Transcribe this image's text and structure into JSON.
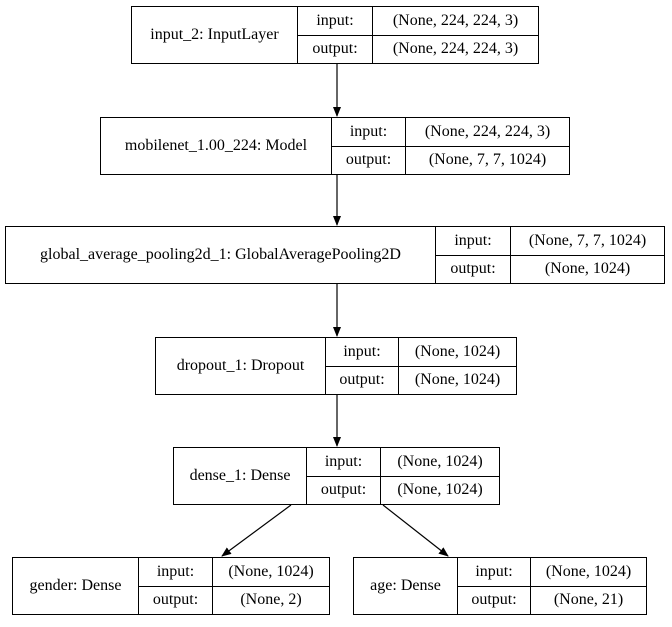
{
  "labels": {
    "input": "input:",
    "output": "output:"
  },
  "nodes": [
    {
      "id": "input_2",
      "name": "input_2: InputLayer",
      "input": "(None, 224, 224, 3)",
      "output": "(None, 224, 224, 3)"
    },
    {
      "id": "mobilenet_1.00_224",
      "name": "mobilenet_1.00_224: Model",
      "input": "(None, 224, 224, 3)",
      "output": "(None, 7, 7, 1024)"
    },
    {
      "id": "global_average_pooling2d_1",
      "name": "global_average_pooling2d_1: GlobalAveragePooling2D",
      "input": "(None, 7, 7, 1024)",
      "output": "(None, 1024)"
    },
    {
      "id": "dropout_1",
      "name": "dropout_1: Dropout",
      "input": "(None, 1024)",
      "output": "(None, 1024)"
    },
    {
      "id": "dense_1",
      "name": "dense_1: Dense",
      "input": "(None, 1024)",
      "output": "(None, 1024)"
    },
    {
      "id": "gender",
      "name": "gender: Dense",
      "input": "(None, 1024)",
      "output": "(None, 2)"
    },
    {
      "id": "age",
      "name": "age: Dense",
      "input": "(None, 1024)",
      "output": "(None, 21)"
    }
  ],
  "edges": [
    {
      "from": "input_2",
      "to": "mobilenet_1.00_224"
    },
    {
      "from": "mobilenet_1.00_224",
      "to": "global_average_pooling2d_1"
    },
    {
      "from": "global_average_pooling2d_1",
      "to": "dropout_1"
    },
    {
      "from": "dropout_1",
      "to": "dense_1"
    },
    {
      "from": "dense_1",
      "to": "gender"
    },
    {
      "from": "dense_1",
      "to": "age"
    }
  ],
  "colors": {
    "border": "#000000",
    "background": "#ffffff",
    "text": "#000000"
  }
}
